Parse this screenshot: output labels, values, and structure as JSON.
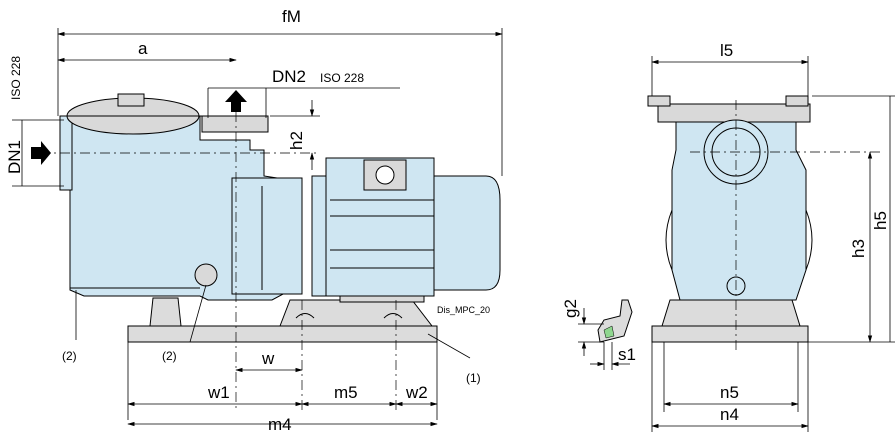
{
  "colors": {
    "pump_body": "#cfe6f2",
    "base": "#dcdcdc",
    "line": "#000000"
  },
  "labels": {
    "fM": "fM",
    "a": "a",
    "dn2": "DN2",
    "iso_228_top": "ISO 228",
    "iso_228_side": "ISO 228",
    "dn1": "DN1",
    "h2": "h2",
    "w": "w",
    "w1": "w1",
    "m5": "m5",
    "w2": "w2",
    "m4": "m4",
    "note_2_left": "(2)",
    "note_2_drain": "(2)",
    "note_1": "(1)",
    "drawing_code": "Dis_MPC_20",
    "l5": "l5",
    "h5": "h5",
    "h3": "h3",
    "n5": "n5",
    "n4": "n4",
    "g2": "g2",
    "s1": "s1"
  },
  "icons": [
    "arrow-right-icon",
    "arrow-up-icon"
  ]
}
